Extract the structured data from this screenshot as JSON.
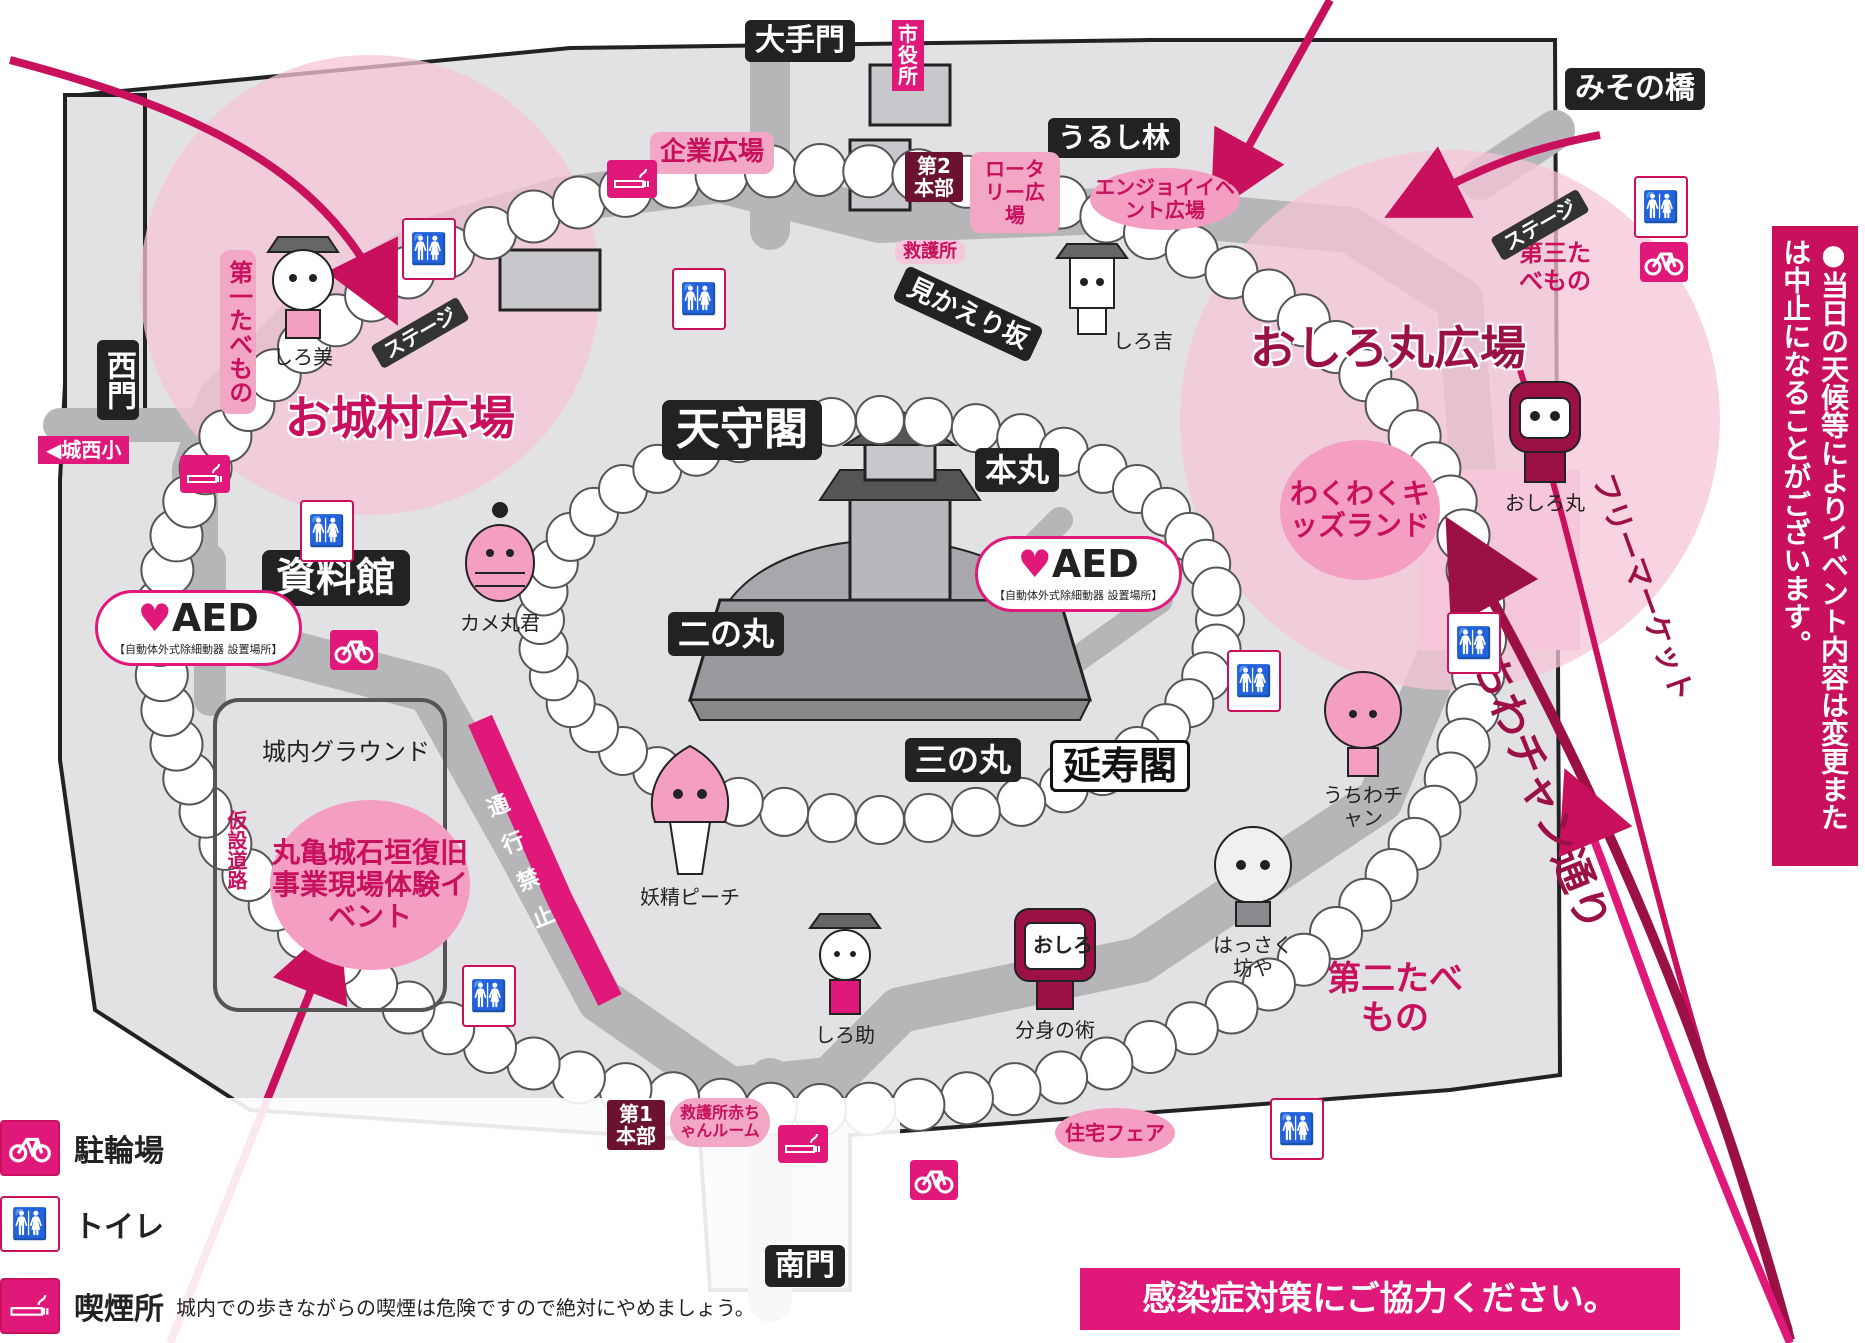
{
  "palette": {
    "magenta": "#e0187a",
    "deep_pink": "#c8105c",
    "light_pink": "#f49fc2",
    "pale_pink": "#f6c6da",
    "path_gray": "#bdbdbd",
    "ground_gray": "#e2e2e4",
    "dark": "#222222",
    "wine": "#9b1145"
  },
  "gates": {
    "ote": "大手門",
    "misono": "みその橋",
    "nishi": "西門",
    "minami": "南門",
    "city_hall": "市役所",
    "josei": "城西小"
  },
  "areas": {
    "tenshukaku": "天守閣",
    "honmaru": "本丸",
    "ninomaru": "二の丸",
    "sannomaru": "三の丸",
    "enjukaku": "延寿閣",
    "shiryokan": "資料館",
    "urushi": "うるし林",
    "mikaeri": "見かえり坂",
    "ground": "城内グラウンド",
    "kasetsu": "仮設道路",
    "tsuko": "通行禁止"
  },
  "events": {
    "oshiromura": "お城村広場",
    "oshiromaru": "おしろ丸広場",
    "kigyo": "企業広場",
    "rotary": "ロータリー広場",
    "enjoy": "エンジョイイベント広場",
    "wakuwaku": "わくわくキッズランド",
    "ishigaki": "丸亀城石垣復旧事業現場体験イベント",
    "jutaku": "住宅フェア",
    "freemarket": "フリーマーケット",
    "uchiwa_dori": "うちわチャン通り",
    "tabemono1": "第一たべもの",
    "tabemono2": "第二たべもの",
    "tabemono3": "第三たべもの",
    "stage": "ステージ"
  },
  "facilities": {
    "kyugo_top": "救護所",
    "honbu2": "第2本部",
    "honbu1": "第1本部",
    "kyugo_bottom": "救護所赤ちゃんルーム",
    "aed_title": "AED",
    "aed_sub": "【自動体外式除細動器 設置場所】"
  },
  "icons": {
    "toilet": "toilet-icon",
    "bike": "bicycle-icon",
    "smoke": "smoking-icon",
    "aed": "aed-heart-icon"
  },
  "characters": {
    "shiromi": "しろ美",
    "shirokichi": "しろ吉",
    "kamemaru": "カメ丸君",
    "oshiromaru": "おしろ丸",
    "uchiwa": "うちわチャン",
    "yosei": "妖精ピーチ",
    "shirosuke": "しろ助",
    "bunshin": "分身の術",
    "hassaku": "はっさく坊や",
    "oshiro_badge": "おしろ"
  },
  "notice": {
    "weather": "●当日の天候等によりイベント内容は変更または中止になることがございます。",
    "infection": "感染症対策にご協力ください。"
  },
  "legend": {
    "bike": "駐輪場",
    "toilet": "トイレ",
    "smoke": "喫煙所",
    "smoke_note": "城内での歩きながらの喫煙は危険ですので絶対にやめましょう。"
  }
}
